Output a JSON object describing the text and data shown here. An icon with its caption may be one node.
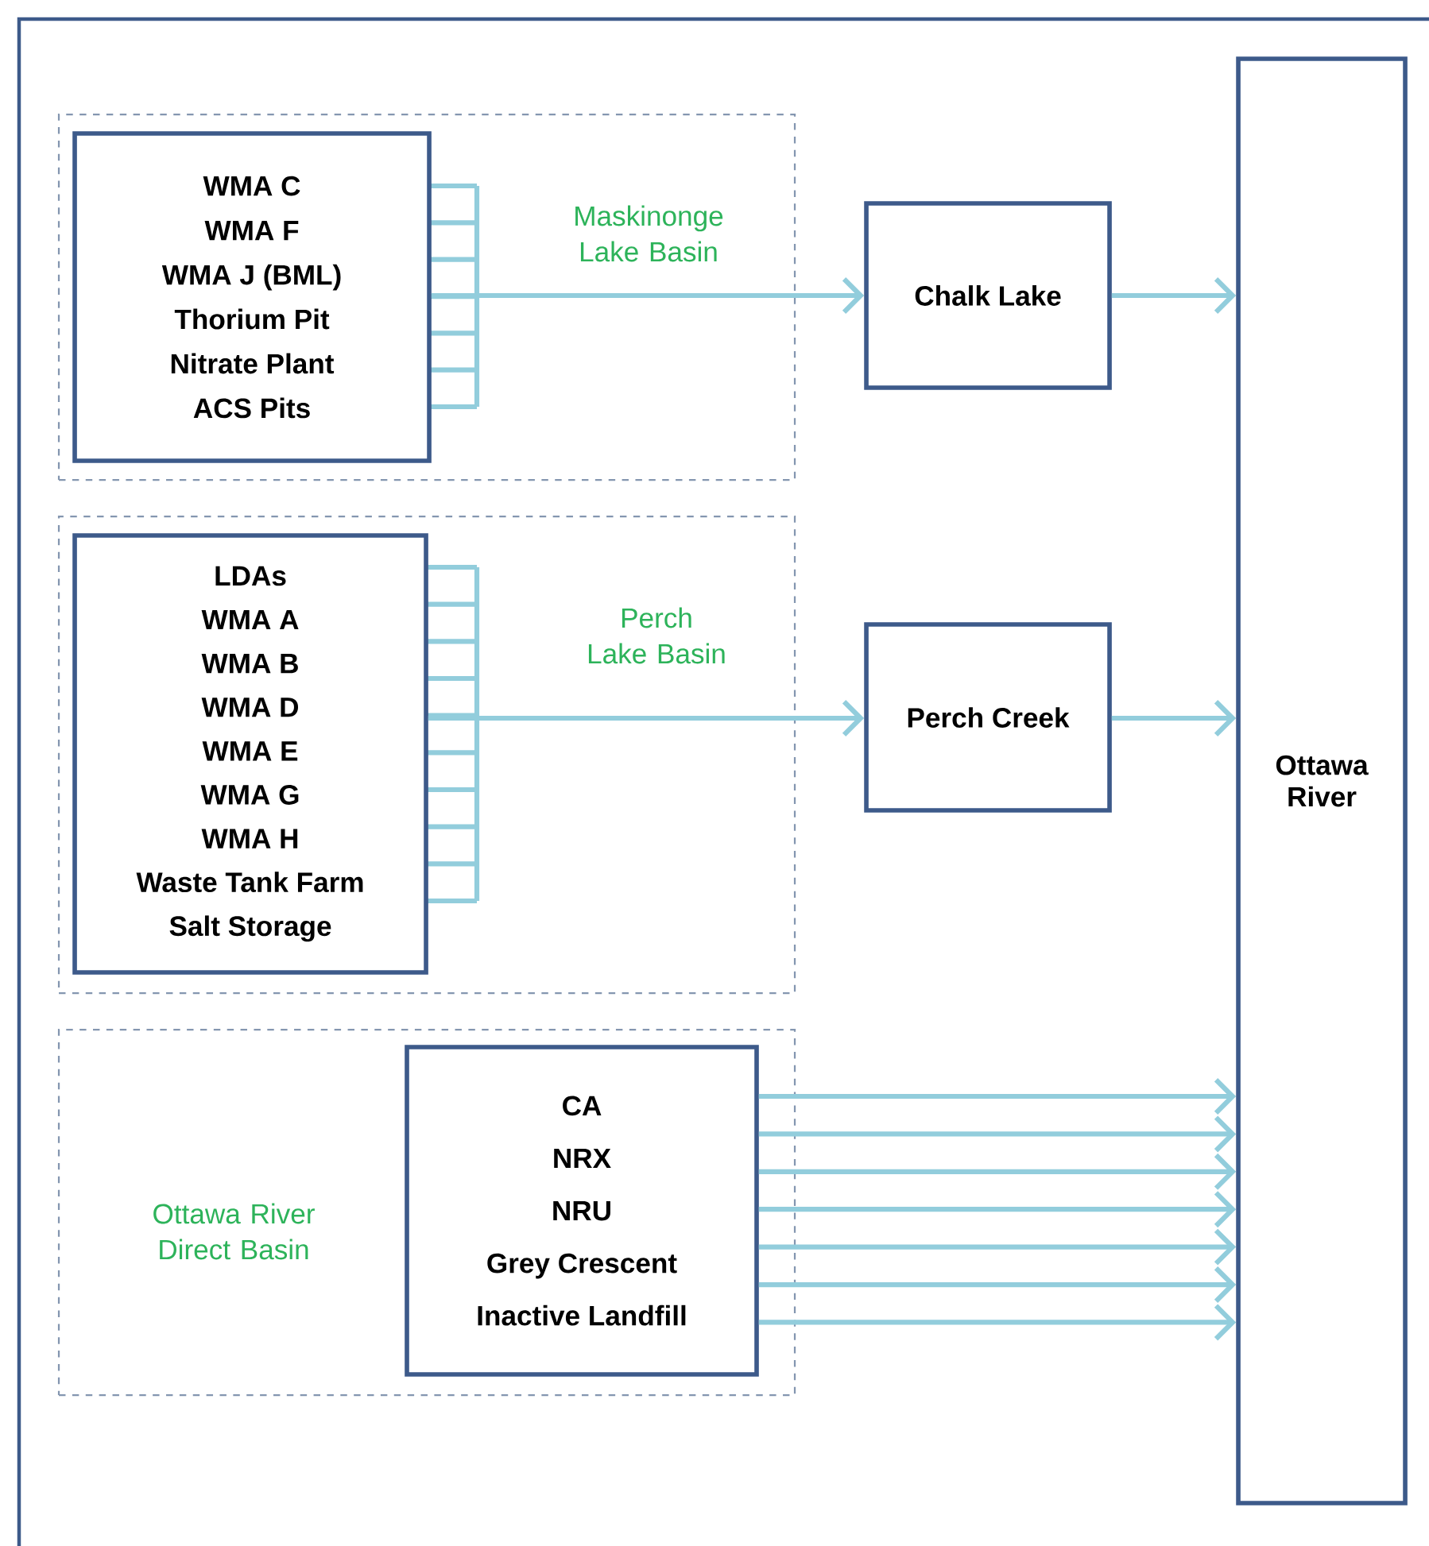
{
  "diagram": {
    "nodes": [
      {
        "text": [
          "Maskinonge Lake Basin"
        ]
      },
      {
        "text": [
          "WMA C",
          "WMA F",
          "WMA J (BML)",
          "Thorium Pit",
          "Nitrate Plant",
          "ACS Pits"
        ],
        "in": 0
      },
      {
        "text": [
          "Chalk Lake"
        ]
      },
      {
        "text": [
          "Perch Lake Basin"
        ]
      },
      {
        "text": [
          "LDAs",
          "WMA A",
          "WMA B",
          "WMA D",
          "WMA E",
          "WMA G",
          "WMA H",
          "Waste Tank Farm",
          "Salt Storage"
        ],
        "in": 3
      },
      {
        "text": [
          "Perch Creek"
        ]
      },
      {
        "text": [
          "Ottawa River Direct Basin"
        ]
      },
      {
        "text": [
          "CA",
          "NRX",
          "NRU",
          "Grey Crescent",
          "Inactive Landfill"
        ],
        "in": 6
      },
      {
        "text": [
          "Ottawa River"
        ]
      }
    ],
    "edges": [
      {
        "from": 1,
        "to": 2,
        "arrow": "to"
      },
      {
        "from": 2,
        "to": 8,
        "arrow": "to"
      },
      {
        "from": 4,
        "to": 5,
        "arrow": "to"
      },
      {
        "from": 5,
        "to": 8,
        "arrow": "to"
      },
      {
        "from": 7,
        "to": 8,
        "arrow": "to"
      },
      {
        "from": 7,
        "to": 8,
        "arrow": "to"
      },
      {
        "from": 7,
        "to": 8,
        "arrow": "to"
      },
      {
        "from": 7,
        "to": 8,
        "arrow": "to"
      },
      {
        "from": 7,
        "to": 8,
        "arrow": "to"
      },
      {
        "from": 7,
        "to": 8,
        "arrow": "to"
      },
      {
        "from": 7,
        "to": 8,
        "arrow": "to"
      }
    ]
  }
}
